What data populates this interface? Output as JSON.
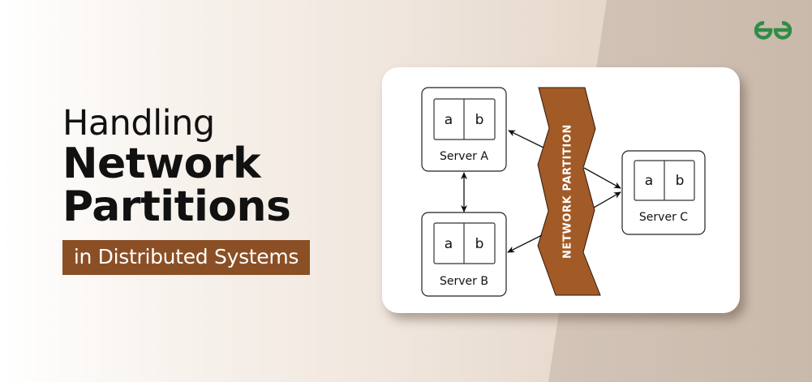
{
  "brand": {
    "logo_icon": "geeksforgeeks-logo-icon",
    "logo_color": "#2f8d46"
  },
  "title": {
    "line1": "Handling",
    "line2": "Network",
    "line3": "Partitions",
    "subtitle": "in Distributed Systems"
  },
  "colors": {
    "accent_brown": "#8b4f25",
    "text_dark": "#111111",
    "card_bg": "#ffffff",
    "bg_taupe": "#cdbfb2"
  },
  "diagram": {
    "partition_label": "NETWORK PARTITION",
    "servers": [
      {
        "name": "Server A",
        "cells": [
          "a",
          "b"
        ]
      },
      {
        "name": "Server B",
        "cells": [
          "a",
          "b"
        ]
      },
      {
        "name": "Server C",
        "cells": [
          "a",
          "b"
        ]
      }
    ],
    "connections": [
      {
        "from": "Server A",
        "to": "Server B",
        "direction": "bidirectional"
      },
      {
        "from": "Network Partition",
        "to": "Server A",
        "direction": "one-way"
      },
      {
        "from": "Network Partition",
        "to": "Server B",
        "direction": "one-way"
      },
      {
        "from": "Network Partition",
        "to": "Server C",
        "direction": "one-way",
        "count": 2
      }
    ]
  }
}
